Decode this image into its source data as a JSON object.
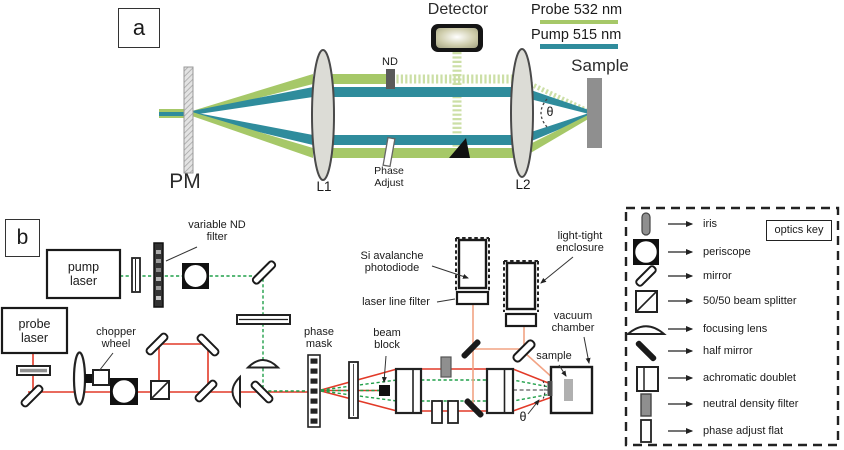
{
  "panel_a": {
    "tag": "a",
    "detector": "Detector",
    "nd": "ND",
    "phase_adjust": "Phase\nAdjust",
    "pm": "PM",
    "l1": "L1",
    "l2": "L2",
    "sample": "Sample",
    "theta": "θ",
    "legend": {
      "probe_label": "Probe 532 nm",
      "pump_label": "Pump 515 nm",
      "probe_color": "#a6c868",
      "pump_color": "#2f8c9c"
    }
  },
  "panel_b": {
    "tag": "b",
    "pump_laser": "pump\nlaser",
    "probe_laser": "probe\nlaser",
    "variable_nd_filter": "variable ND\nfilter",
    "chopper_wheel": "chopper\nwheel",
    "phase_mask": "phase\nmask",
    "beam_block": "beam\nblock",
    "si_apd": "Si avalanche\nphotodiode",
    "laser_line_filter": "laser line filter",
    "light_tight": "light-tight\nenclosure",
    "vacuum_chamber": "vacuum\nchamber",
    "sample": "sample",
    "theta": "θ"
  },
  "optics_key": {
    "title": "optics key",
    "items": [
      "iris",
      "periscope",
      "mirror",
      "50/50 beam splitter",
      "focusing lens",
      "half mirror",
      "achromatic doublet",
      "neutral density filter",
      "phase adjust flat"
    ]
  },
  "colors": {
    "probe_green": "#a6c868",
    "pump_teal": "#2f8c9c",
    "attenuated_green": "#ccdfa6",
    "probe_red": "#e23a28",
    "pump_green_dashed": "#21a04a",
    "signal_salmon": "#f2a384"
  }
}
